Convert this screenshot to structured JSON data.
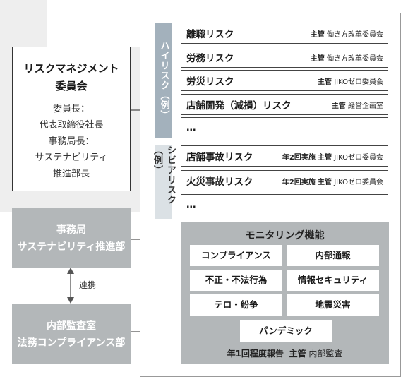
{
  "committee": {
    "title_line1": "リスクマネジメント",
    "title_line2": "委員会",
    "members": [
      "委員長：",
      "代表取締役社長",
      "事務局長：",
      "サステナビリティ",
      "推進部長"
    ]
  },
  "secretariat": {
    "line1": "事務局",
    "line2": "サステナビリティ推進部"
  },
  "audit": {
    "line1": "内部監査室",
    "line2": "法務コンプライアンス部"
  },
  "link_label": "連携",
  "high_risk": {
    "label": "ハイリスク（例）",
    "items": [
      {
        "name": "離職リスク",
        "lead": "主管",
        "owner": "働き方改革委員会",
        "note": ""
      },
      {
        "name": "労務リスク",
        "lead": "主管",
        "owner": "働き方改革委員会",
        "note": ""
      },
      {
        "name": "労災リスク",
        "lead": "主管",
        "owner": "JIKOゼロ委員会",
        "note": ""
      },
      {
        "name": "店舗開発（減損）リスク",
        "lead": "主管",
        "owner": "経営企画室",
        "note": ""
      },
      {
        "name": "…",
        "lead": "",
        "owner": "",
        "note": ""
      }
    ]
  },
  "severe_risk": {
    "label": "シビアリスク（例）",
    "items": [
      {
        "name": "店舗事故リスク",
        "note": "年2回実施",
        "lead": "主管",
        "owner": "JIKOゼロ委員会"
      },
      {
        "name": "火災事故リスク",
        "note": "年2回実施",
        "lead": "主管",
        "owner": "JIKOゼロ委員会"
      },
      {
        "name": "…",
        "note": "",
        "lead": "",
        "owner": ""
      }
    ]
  },
  "monitoring": {
    "title": "モニタリング機能",
    "functions": [
      "コンプライアンス",
      "内部通報",
      "不正・不法行為",
      "情報セキュリティ",
      "テロ・紛争",
      "地震災害",
      "パンデミック"
    ],
    "footer_report": "年1回程度報告",
    "footer_lead": "主管",
    "footer_owner": "内部監査"
  }
}
